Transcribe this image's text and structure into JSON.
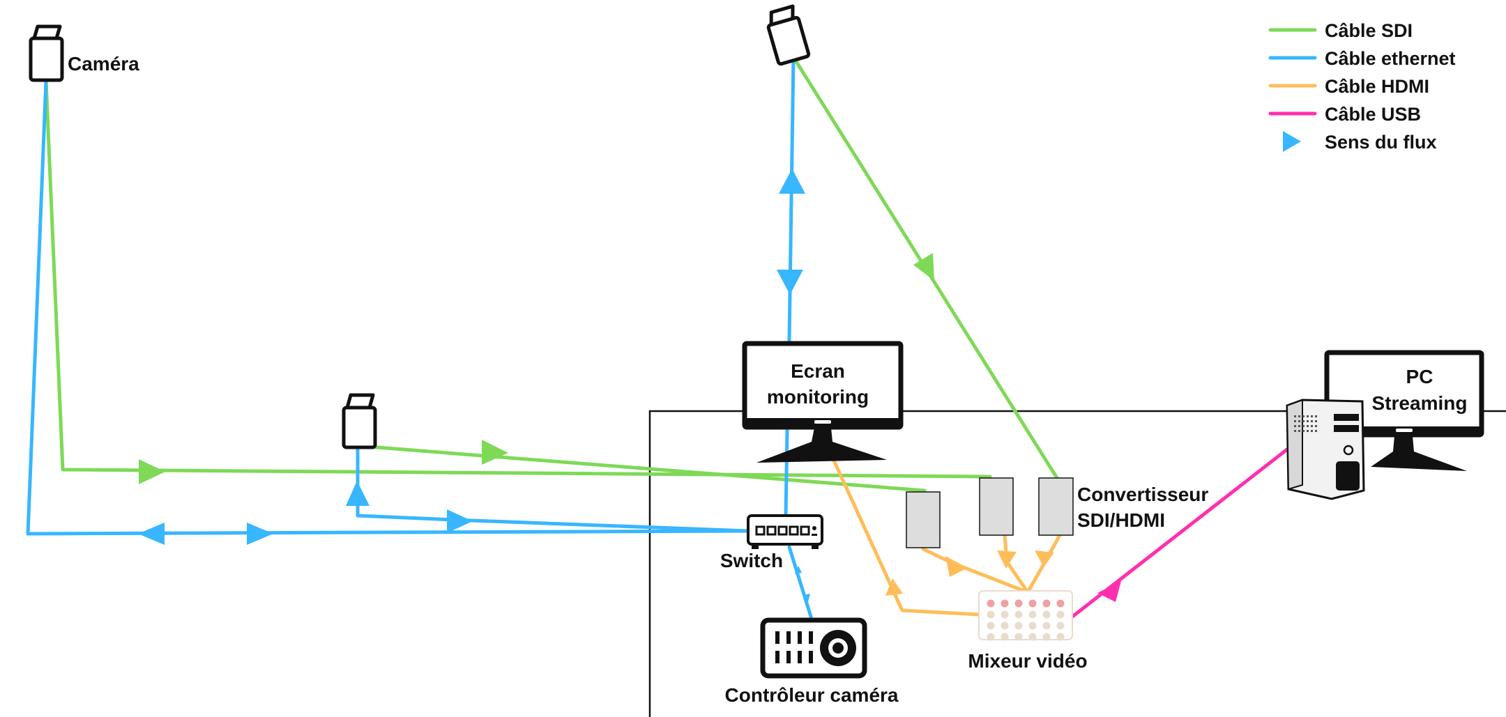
{
  "labels": {
    "camera": "Caméra",
    "monitor_line1": "Ecran",
    "monitor_line2": "monitoring",
    "pc_line1": "PC",
    "pc_line2": "Streaming",
    "converter_line1": "Convertisseur",
    "converter_line2": "SDI/HDMI",
    "switch": "Switch",
    "mixer": "Mixeur vidéo",
    "controller": "Contrôleur caméra"
  },
  "legend": [
    {
      "label": "Câble SDI",
      "color": "#7ed957",
      "kind": "line"
    },
    {
      "label": "Câble ethernet",
      "color": "#38b6ff",
      "kind": "line"
    },
    {
      "label": "Câble HDMI",
      "color": "#ffbd59",
      "kind": "line"
    },
    {
      "label": "Câble USB",
      "color": "#ff2fb0",
      "kind": "line"
    },
    {
      "label": "Sens du flux",
      "color": "#38b6ff",
      "kind": "triangle"
    }
  ],
  "colors": {
    "sdi": "#7ed957",
    "ethernet": "#38b6ff",
    "hdmi": "#ffbd59",
    "usb": "#ff2fb0",
    "device_fill": "#dddddd",
    "mixer_button_red": "#f0a0a0",
    "mixer_button_beige": "#e8dccd"
  }
}
